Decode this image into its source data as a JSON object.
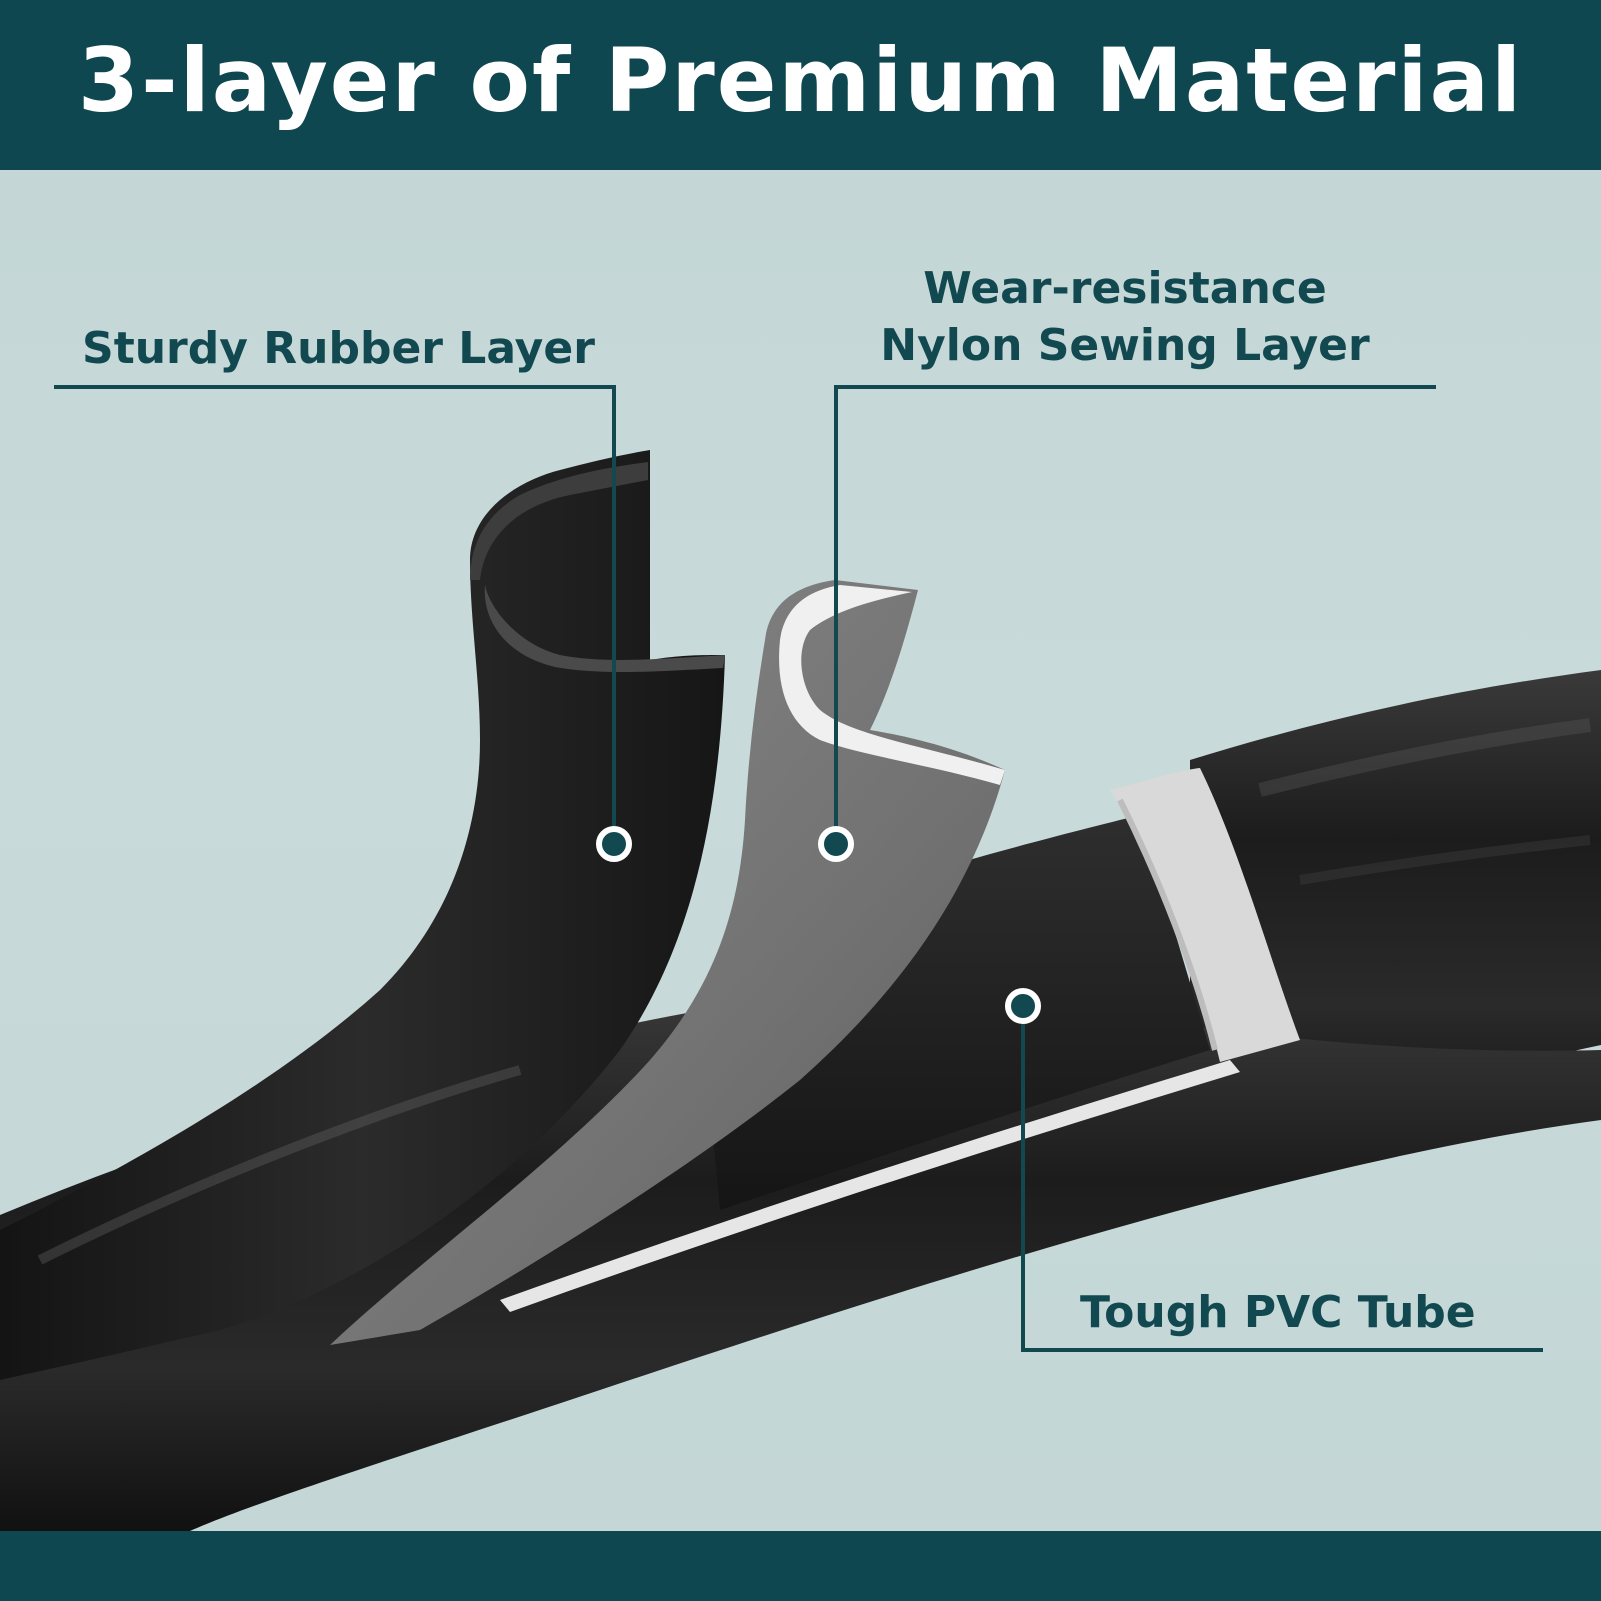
{
  "header": {
    "title": "3-layer of Premium Material"
  },
  "callouts": {
    "rubber": {
      "label": "Sturdy Rubber Layer"
    },
    "nylon": {
      "line1": "Wear-resistance",
      "line2": "Nylon Sewing Layer"
    },
    "pvc": {
      "label": "Tough PVC Tube"
    }
  },
  "colors": {
    "brand_teal": "#0f4750",
    "label_text": "#124950",
    "background": "#c4d6d6",
    "hose_black": "#1b1b1b",
    "nylon_grey": "#7a7a7a",
    "inner_white": "#e4e4e4"
  }
}
